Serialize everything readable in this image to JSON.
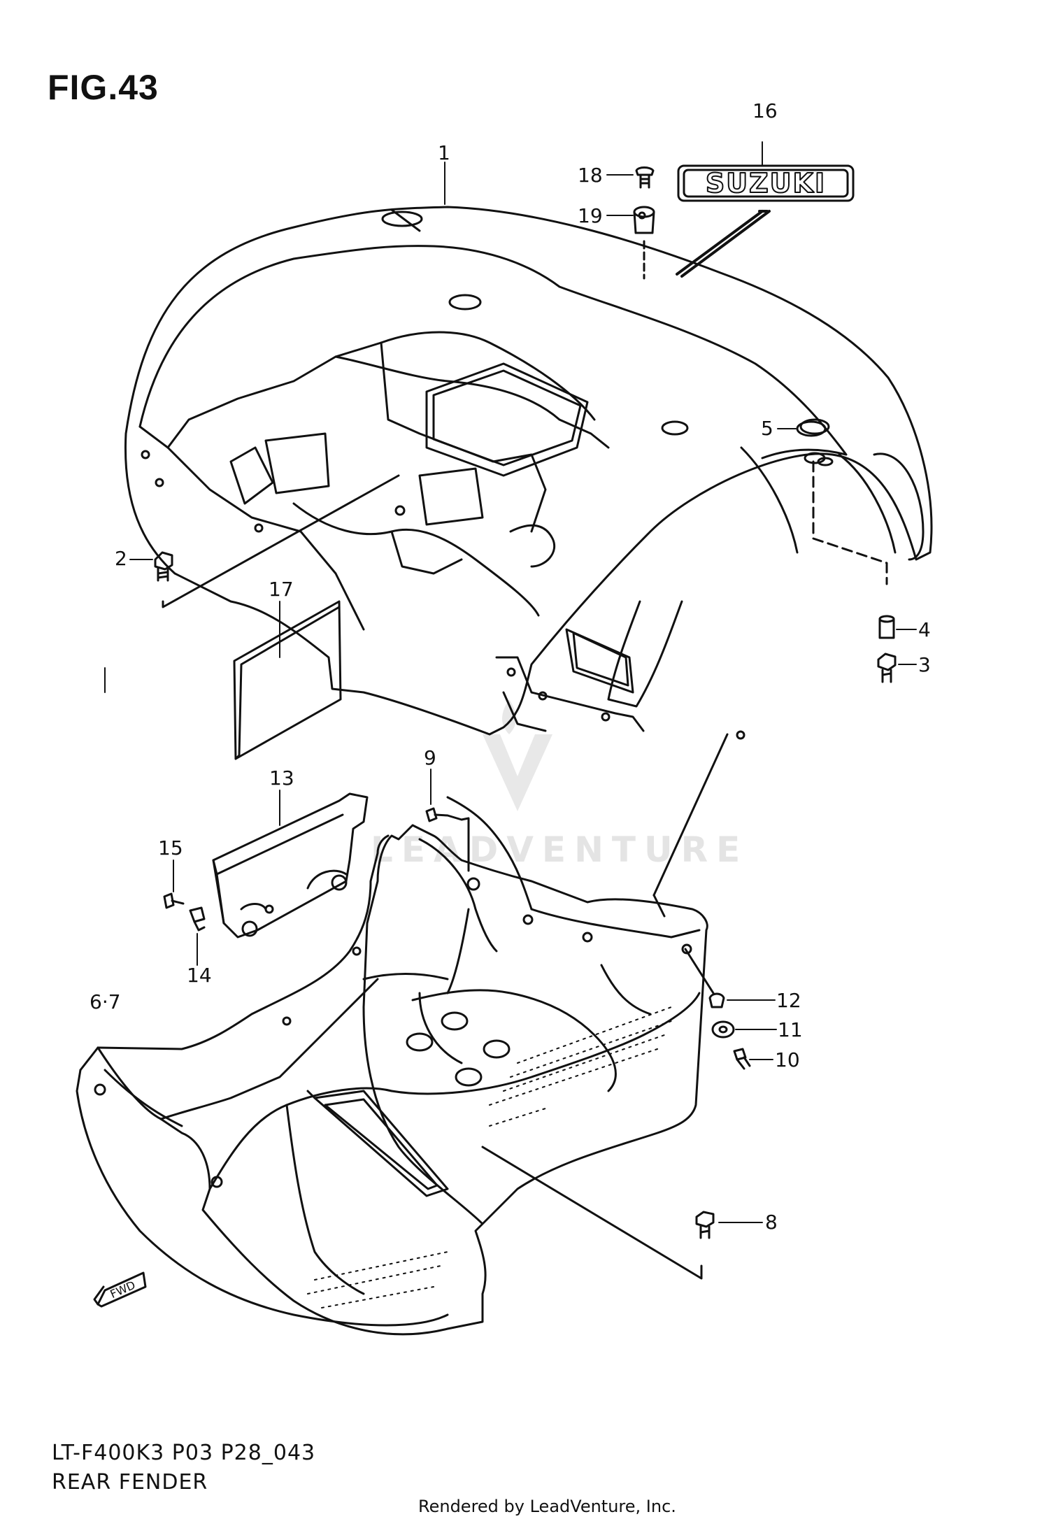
{
  "figure": {
    "title": "FIG.43",
    "model_code": "LT-F400K3 P03 P28_043",
    "caption": "REAR FENDER"
  },
  "brand_emblem": "SUZUKI",
  "watermark": "LEADVENTURE",
  "fwd_label": "FWD",
  "rendered_by": "Rendered by LeadVenture, Inc.",
  "callouts": [
    "1",
    "2",
    "3",
    "4",
    "5",
    "6·7",
    "8",
    "9",
    "10",
    "11",
    "12",
    "13",
    "14",
    "15",
    "16",
    "17",
    "18",
    "19"
  ]
}
